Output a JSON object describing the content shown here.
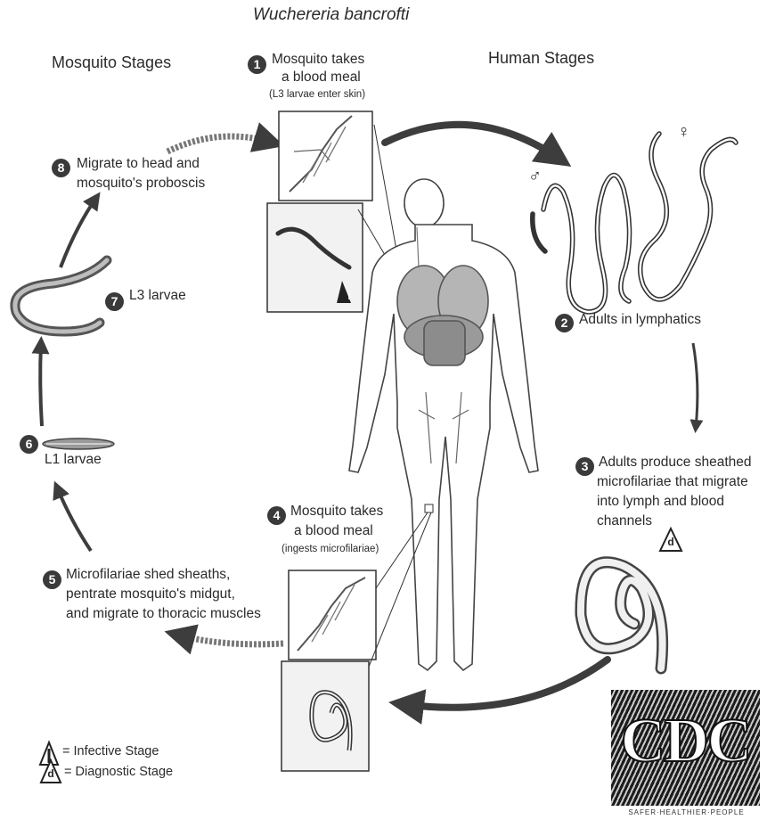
{
  "title": "Wuchereria bancrofti",
  "sections": {
    "mosquito": "Mosquito Stages",
    "human": "Human Stages"
  },
  "steps": [
    {
      "num": "1",
      "lines": [
        "Mosquito takes",
        "a blood meal"
      ],
      "note": "(L3 larvae enter skin)"
    },
    {
      "num": "2",
      "lines": [
        "Adults in lymphatics"
      ]
    },
    {
      "num": "3",
      "lines": [
        "Adults produce sheathed",
        "microfilariae that migrate",
        "into lymph and blood",
        "channels"
      ]
    },
    {
      "num": "4",
      "lines": [
        "Mosquito takes",
        "a blood meal"
      ],
      "note": "(ingests microfilariae)"
    },
    {
      "num": "5",
      "lines": [
        "Microfilariae shed sheaths,",
        "pentrate mosquito's midgut,",
        "and migrate to thoracic muscles"
      ]
    },
    {
      "num": "6",
      "lines": [
        "L1 larvae"
      ]
    },
    {
      "num": "7",
      "lines": [
        "L3 larvae"
      ]
    },
    {
      "num": "8",
      "lines": [
        "Migrate to head and",
        "mosquito's proboscis"
      ]
    }
  ],
  "symbols": {
    "male": "♂",
    "female": "♀",
    "infective_letter": "i",
    "diagnostic_letter": "d"
  },
  "legend": {
    "infective": "= Infective Stage",
    "diagnostic": "= Diagnostic Stage"
  },
  "logo": {
    "letters": "CDC",
    "tagline": "SAFER·HEALTHIER·PEOPLE"
  },
  "colors": {
    "ink": "#2b2b2b",
    "arrow": "#3d3d3d",
    "panel": "#f2f2f2"
  }
}
